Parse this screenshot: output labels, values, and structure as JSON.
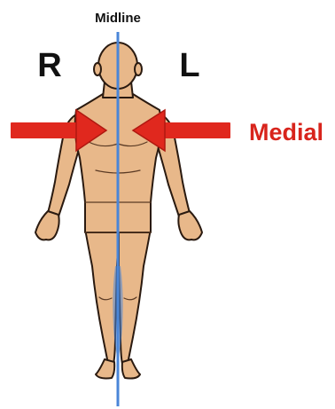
{
  "labels": {
    "midline": "Midline",
    "right": "R",
    "left": "L",
    "medial": "Medial"
  },
  "colors": {
    "skin": "#e8b88a",
    "outline": "#2a1a10",
    "midline": "#4a86d8",
    "arrow": "#e0281e",
    "medial_text": "#d8241c",
    "text": "#111111"
  }
}
